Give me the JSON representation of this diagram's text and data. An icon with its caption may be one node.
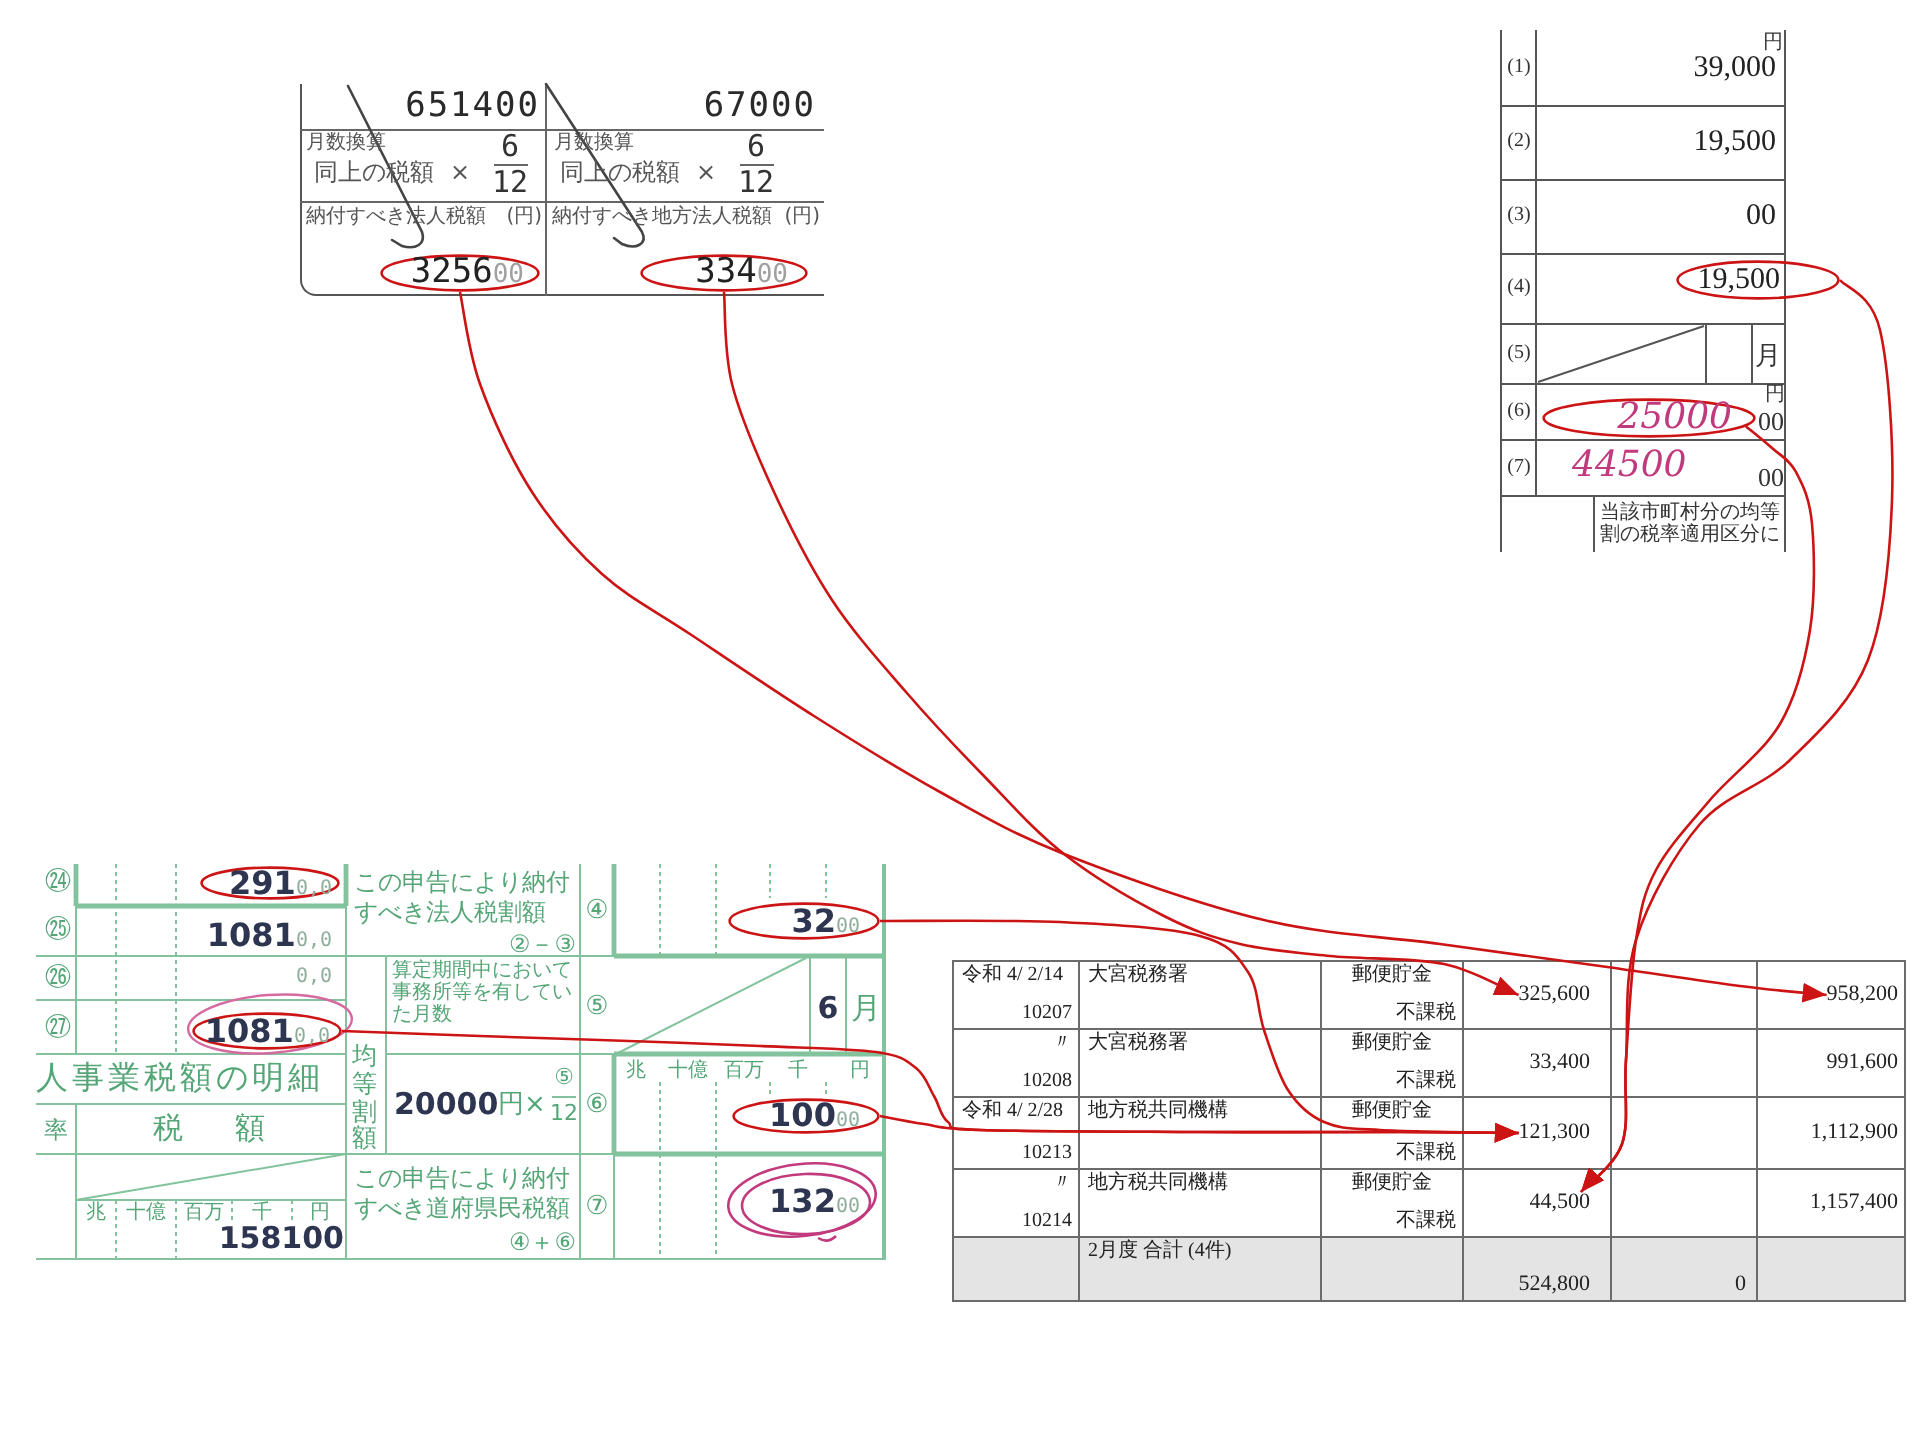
{
  "diagram": {
    "nodes": [
      {
        "text": [
          "**3256**00"
        ]
      },
      {
        "text": [
          "**334**00"
        ]
      },
      {
        "text": [
          "19,500"
        ]
      },
      {
        "text": [
          "25000"
        ]
      },
      {
        "text": [
          "**291**0,0"
        ]
      },
      {
        "text": [
          "**1081**0,0"
        ]
      },
      {
        "text": [
          "**32**00"
        ]
      },
      {
        "text": [
          "**100**00"
        ]
      },
      {
        "text": [
          "**132**00"
        ]
      },
      {
        "text": [
          "325,600"
        ]
      },
      {
        "text": [
          "958,200"
        ]
      },
      {
        "text": [
          "121,300"
        ]
      },
      {
        "text": [
          "44,500"
        ]
      }
    ],
    "edges": [
      {
        "from": 0,
        "to": 10,
        "arrow": "to"
      },
      {
        "from": 1,
        "to": 9,
        "arrow": "to"
      },
      {
        "from": 2,
        "to": 12,
        "arrow": "to"
      },
      {
        "from": 3,
        "to": 12,
        "arrow": "to"
      },
      {
        "from": 6,
        "to": 11,
        "arrow": "to"
      },
      {
        "from": 5,
        "to": 11,
        "arrow": "to"
      },
      {
        "from": 7,
        "to": 11,
        "arrow": "to"
      }
    ],
    "labels": [
      "651400",
      "67000",
      "月数換算",
      "同上の税額",
      "×",
      "6",
      "12",
      "月数換算",
      "同上の税額",
      "×",
      "6",
      "12",
      "納付すべき法人税額",
      "(円)",
      "納付すべき地方法人税額",
      "(円)",
      "円",
      "(1)",
      "39,000",
      "(2)",
      "19,500",
      "(3)",
      "00",
      "(4)",
      "(5)",
      "月",
      "円",
      "(6)",
      "00",
      "(7)",
      "44500",
      "00",
      "当該市町村分の均等割の税率適用区分に",
      "㉔",
      "㉕",
      "**1081**0,0",
      "㉖",
      "0,0",
      "㉗",
      "人事業税額の明細",
      "率",
      "税額",
      "兆",
      "十億",
      "百万",
      "千",
      "円",
      "158100",
      "この申告により納付すべき法人税割額",
      "②－③",
      "④",
      "均等割額",
      "算定期間中において事務所等を有していた月数",
      "⑤",
      "6",
      "月",
      "20000",
      "円×",
      "⑤",
      "12",
      "⑥",
      "兆",
      "十億",
      "百万",
      "千",
      "円",
      "この申告により納付すべき道府県民税額",
      "④＋⑥",
      "⑦",
      "令和 4/ 2/14",
      "10207",
      "大宮税務署",
      "郵便貯金",
      "不課税",
      "〃",
      "10208",
      "大宮税務署",
      "郵便貯金",
      "不課税",
      "33,400",
      "991,600",
      "令和 4/ 2/28",
      "10213",
      "地方税共同機構",
      "郵便貯金",
      "不課税",
      "1,112,900",
      "〃",
      "10214",
      "地方税共同機構",
      "郵便貯金",
      "不課税",
      "1,157,400",
      "2月度 合計 (4件)",
      "524,800",
      "0"
    ]
  }
}
